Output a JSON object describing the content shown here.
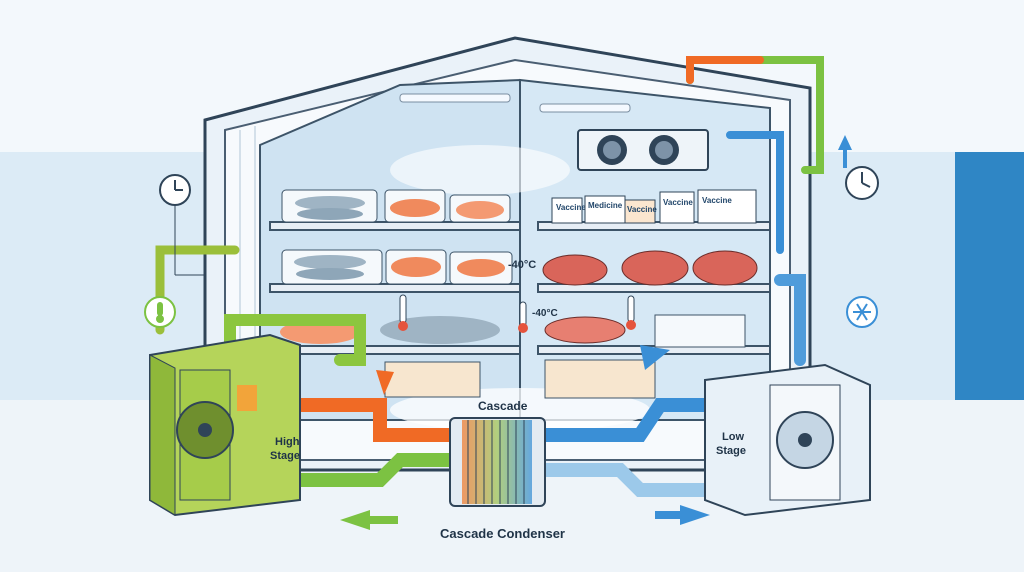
{
  "labels": {
    "cascade": "Cascade",
    "cascade_condenser": "Cascade Condenser",
    "high_stage_line1": "High",
    "high_stage_line2": "Stage",
    "low_stage_line1": "Low",
    "low_stage_line2": "Stage",
    "temp_upper": "-40°C",
    "temp_lower": "-40°C"
  },
  "shelf_boxes": [
    "Vaccine",
    "Medicine",
    "Vaccine",
    "Vaccine",
    "Vaccine"
  ],
  "colors": {
    "high_stage_unit": "#a6cc4a",
    "low_stage_unit": "#e8f1f8",
    "hot_pipe": "#f06a25",
    "warm_pipe": "#7cc242",
    "cold_pipe": "#3a8fd6",
    "cool_pipe": "#9cc9ea",
    "accent_band": "#2f86c5"
  },
  "icons": [
    "clock-icon",
    "thermometer-icon",
    "snowflake-icon",
    "fan-icon",
    "flow-arrow-icon"
  ]
}
